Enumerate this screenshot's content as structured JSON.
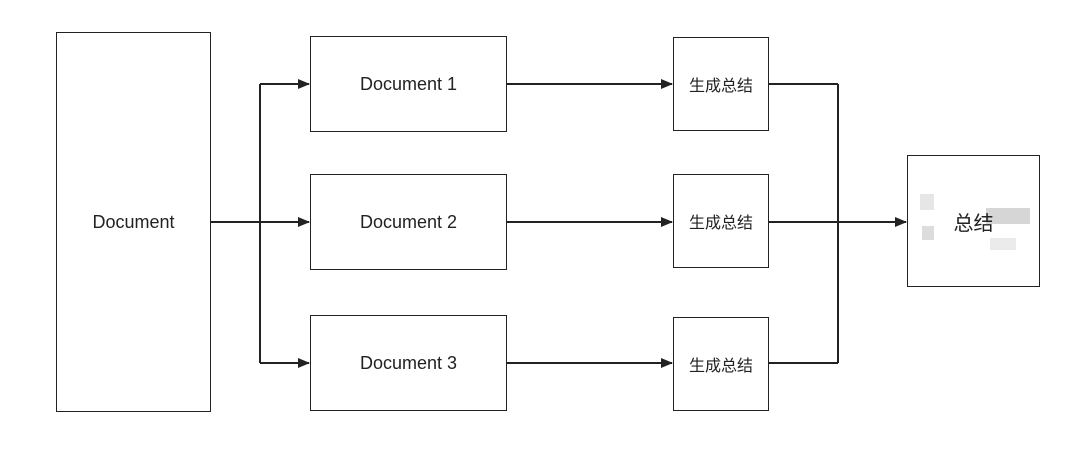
{
  "source": {
    "label": "Document"
  },
  "chunks": [
    {
      "label": "Document 1"
    },
    {
      "label": "Document 2"
    },
    {
      "label": "Document 3"
    }
  ],
  "summaries": [
    {
      "label": "生成总结"
    },
    {
      "label": "生成总结"
    },
    {
      "label": "生成总结"
    }
  ],
  "final": {
    "label": "总结"
  },
  "colors": {
    "stroke": "#222222",
    "background": "#ffffff"
  }
}
